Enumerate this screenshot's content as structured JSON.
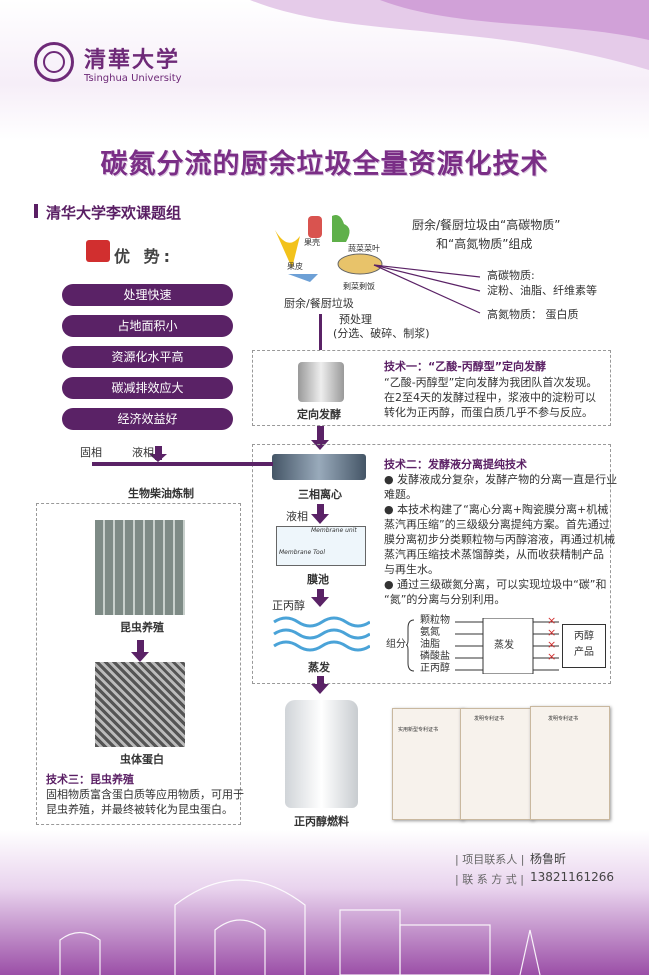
{
  "header": {
    "logo_cn": "清華大学",
    "logo_en": "Tsinghua University",
    "title": "碳氮分流的厨余垃圾全量资源化技术",
    "group": "清华大学李欢课题组"
  },
  "advantages": {
    "label": "优 势:",
    "items": [
      "处理快速",
      "占地面积小",
      "资源化水平高",
      "碳减排效应大",
      "经济效益好"
    ]
  },
  "waste": {
    "labels": [
      "果壳",
      "蔬菜菜叶",
      "果皮",
      "剩菜剩饭"
    ],
    "caption": "厨余/餐厨垃圾",
    "desc_line1": "厨余/餐厨垃圾由“高碳物质”",
    "desc_line2": "和“高氮物质”组成",
    "high_c_title": "高碳物质:",
    "high_c_items": "淀粉、油脂、纤维素等",
    "high_n": "高氮物质：  蛋白质",
    "pretreat_line1": "预处理",
    "pretreat_line2": "(分选、破碎、制浆)"
  },
  "tech1": {
    "caption": "定向发酵",
    "title": "技术一：“乙酸-丙醇型”定向发酵",
    "lines": [
      "“乙酸-丙醇型”定向发酵为我团队首次发现。",
      "在2至4天的发酵过程中，浆液中的淀粉可以",
      "转化为正丙醇，而蛋白质几乎不参与反应。"
    ]
  },
  "tech2": {
    "title": "技术二：发酵液分离提纯技术",
    "lines": [
      "● 发酵液成分复杂，发酵产物的分离一直是行业",
      "难题。",
      "● 本技术构建了“离心分离+陶瓷膜分离+机械",
      "蒸汽再压缩”的三级级分离提纯方案。首先通过",
      "膜分离初步分类颗粒物与丙醇溶液，再通过机械",
      "蒸汽再压缩技术蒸馏醇类，从而收获精制产品",
      "与再生水。",
      "● 通过三级碳氮分离，可以实现垃圾中“碳”和",
      "“氮”的分离与分别利用。"
    ],
    "centrifuge": "三相离心",
    "liquid": "液相",
    "membrane_unit": "Membrane unit",
    "membrane_tool": "Membrane Tool",
    "membrane": "膜池",
    "propanol": "正丙醇",
    "evaporate": "蒸发",
    "fuel": "正丙醇燃料"
  },
  "diagram": {
    "group_label": "组分",
    "components": [
      "颗粒物",
      "氨氮",
      "油脂",
      "磷酸盐",
      "正丙醇"
    ],
    "evap": "蒸发",
    "product_line1": "丙醇",
    "product_line2": "产品",
    "x": "×"
  },
  "branch": {
    "solid": "固相",
    "liquid": "液相",
    "biodiesel": "生物柴油炼制"
  },
  "tech3": {
    "insect": "昆虫养殖",
    "protein": "虫体蛋白",
    "title": "技术三：昆虫养殖",
    "lines": [
      "固相物质富含蛋白质等应用物质，可用于",
      "昆虫养殖，并最终被转化为昆虫蛋白。"
    ]
  },
  "patents": {
    "cert1": "实用新型专利证书",
    "cert2": "发明专利证书",
    "cert3": "发明专利证书"
  },
  "contact": {
    "label1": "| 项目联系人 |",
    "value1": "杨鲁昕",
    "label2": "| 联 系 方 式 |",
    "value2": "13821161266"
  }
}
